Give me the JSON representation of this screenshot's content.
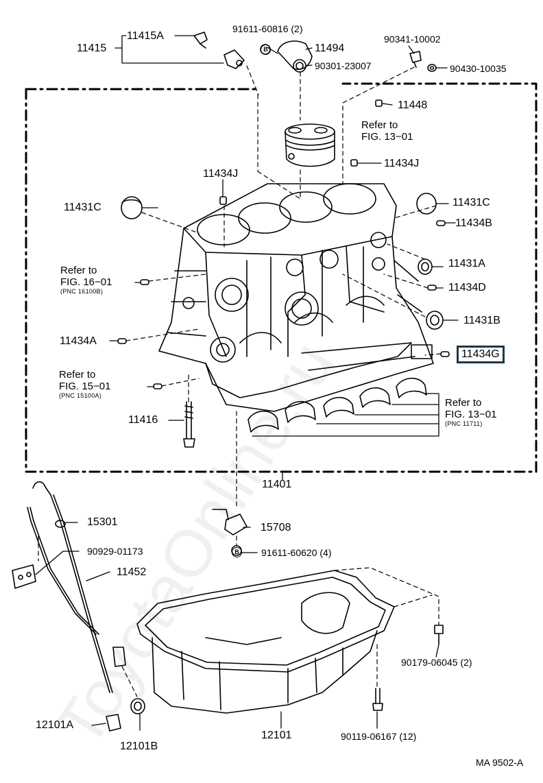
{
  "watermark": "ToyotaOnline.ru",
  "footer_code": "MA  9502-A",
  "labels": {
    "p11415": "11415",
    "p11415A": "11415A",
    "p91611_60816": "91611-60816 (2)",
    "p11494": "11494",
    "p90301_23007": "90301-23007",
    "p90341_10002": "90341-10002",
    "p90430_10035": "90430-10035",
    "p11448": "11448",
    "p11434J_r": "11434J",
    "p11434J_l": "11434J",
    "p11431C_l": "11431C",
    "p11431C_r": "11431C",
    "p11434B": "11434B",
    "p11431A": "11431A",
    "p11434D": "11434D",
    "p11431B": "11431B",
    "p11434G": "11434G",
    "p11434A": "11434A",
    "p11416": "11416",
    "p11401": "11401",
    "p15301": "15301",
    "p15708": "15708",
    "p90929_01173": "90929-01173",
    "p91611_60620": "91611-60620 (4)",
    "p11452": "11452",
    "p90179_06045": "90179-06045 (2)",
    "p12101A": "12101A",
    "p12101B": "12101B",
    "p12101": "12101",
    "p90119_06167": "90119-06167 (12)",
    "circle_b": "B"
  },
  "refs": {
    "fig13_top": {
      "line1": "Refer to",
      "line2": "FIG. 13−01"
    },
    "fig16": {
      "line1": "Refer to",
      "line2": "FIG. 16−01",
      "pnc": "(PNC 16100B)"
    },
    "fig15": {
      "line1": "Refer to",
      "line2": "FIG. 15−01",
      "pnc": "(PNC 15100A)"
    },
    "fig13_bottom": {
      "line1": "Refer to",
      "line2": "FIG. 13−01",
      "pnc": "(PNC 11711)"
    }
  },
  "colors": {
    "ink": "#000000",
    "highlight_box": "#1f3645",
    "paper": "#ffffff"
  }
}
